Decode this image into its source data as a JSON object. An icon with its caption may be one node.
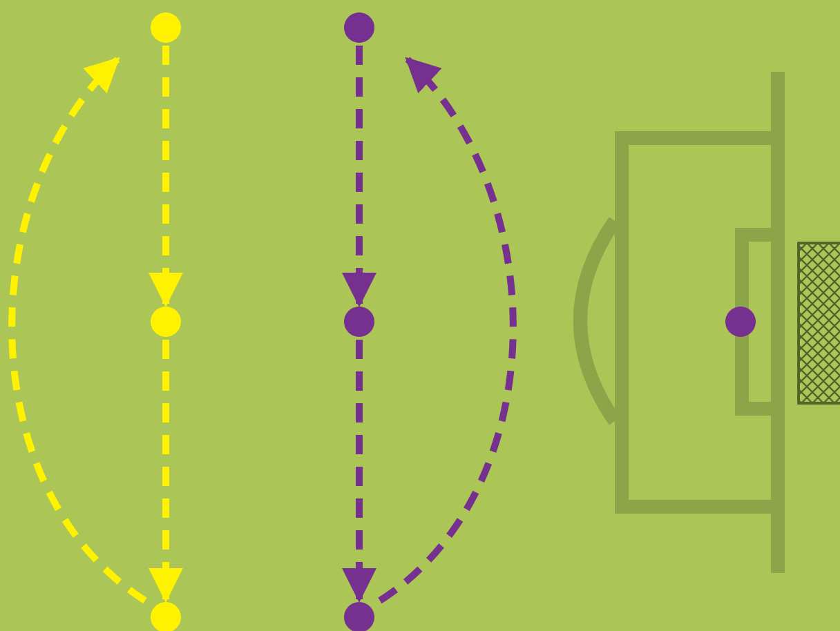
{
  "diagram": {
    "nodes": [
      {
        "text": [],
        "shape": "circle"
      },
      {
        "text": [],
        "shape": "circle"
      },
      {
        "text": [],
        "shape": "circle"
      },
      {
        "text": [],
        "shape": "circle"
      },
      {
        "text": [],
        "shape": "circle"
      },
      {
        "text": [],
        "shape": "circle"
      },
      {
        "text": [],
        "shape": "circle"
      }
    ],
    "edges": [
      {
        "from": 0,
        "to": 1,
        "arrow": "to",
        "style": "dashed",
        "color": "#fff200"
      },
      {
        "from": 1,
        "to": 2,
        "arrow": "to",
        "style": "dashed",
        "color": "#fff200"
      },
      {
        "from": 2,
        "to": 0,
        "arrow": "to",
        "style": "dashed",
        "color": "#fff200"
      },
      {
        "from": 3,
        "to": 4,
        "arrow": "to",
        "style": "dashed",
        "color": "#76308f"
      },
      {
        "from": 4,
        "to": 5,
        "arrow": "to",
        "style": "dashed",
        "color": "#76308f"
      },
      {
        "from": 5,
        "to": 3,
        "arrow": "to",
        "style": "dashed",
        "color": "#76308f"
      }
    ]
  }
}
